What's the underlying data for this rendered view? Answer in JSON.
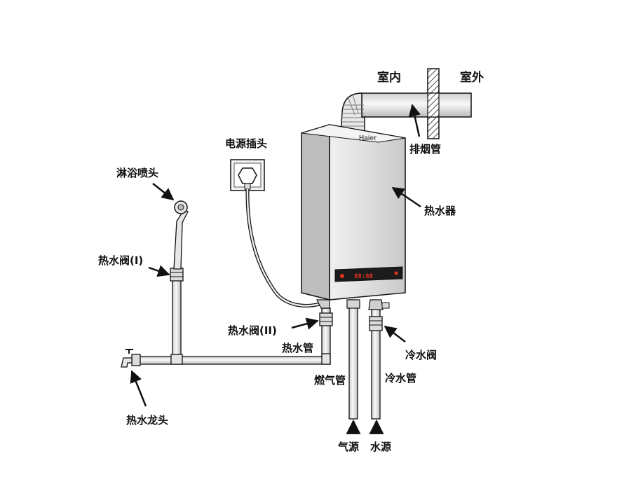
{
  "labels": {
    "indoor": "室内",
    "outdoor": "室外",
    "flue_pipe": "排烟管",
    "power_plug": "电源插头",
    "shower_head": "淋浴喷头",
    "heater": "热水器",
    "hot_valve_1": "热水阀(I)",
    "hot_valve_2": "热水阀(II)",
    "hot_pipe": "热水管",
    "cold_valve": "冷水阀",
    "gas_pipe": "燃气管",
    "cold_pipe": "冷水管",
    "hot_faucet": "热水龙头",
    "gas_source": "气源",
    "water_source": "水源"
  },
  "heater_brand": "Haier",
  "display_text": "88:88",
  "colors": {
    "line": "#1a1a1a",
    "pipe_fill": "#e9e9e9",
    "heater_front": "#dcdcdc",
    "heater_side": "#bdbdbd",
    "display_bg": "#1b1b1b",
    "display_led": "#e2331f"
  }
}
